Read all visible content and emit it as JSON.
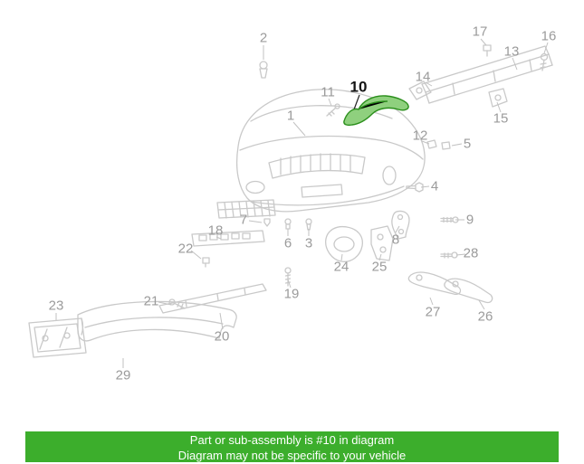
{
  "banner": {
    "line1": "Part or sub-assembly is #10 in diagram",
    "line2": "Diagram may not be specific to your vehicle",
    "background_color": "#3cae2c",
    "text_color": "#ffffff"
  },
  "diagram": {
    "highlighted_part": "10",
    "highlight_fill": "#8fd07e",
    "highlight_stroke": "#2b8f1c",
    "line_color": "#c9c9c9",
    "callout_color": "#9b9b9b"
  },
  "callouts": [
    {
      "label": "1"
    },
    {
      "label": "2"
    },
    {
      "label": "3"
    },
    {
      "label": "4"
    },
    {
      "label": "5"
    },
    {
      "label": "6"
    },
    {
      "label": "7"
    },
    {
      "label": "8"
    },
    {
      "label": "9"
    },
    {
      "label": "10"
    },
    {
      "label": "11"
    },
    {
      "label": "12"
    },
    {
      "label": "13"
    },
    {
      "label": "14"
    },
    {
      "label": "15"
    },
    {
      "label": "16"
    },
    {
      "label": "17"
    },
    {
      "label": "18"
    },
    {
      "label": "19"
    },
    {
      "label": "20"
    },
    {
      "label": "21"
    },
    {
      "label": "22"
    },
    {
      "label": "23"
    },
    {
      "label": "24"
    },
    {
      "label": "25"
    },
    {
      "label": "26"
    },
    {
      "label": "27"
    },
    {
      "label": "28"
    },
    {
      "label": "29"
    }
  ]
}
